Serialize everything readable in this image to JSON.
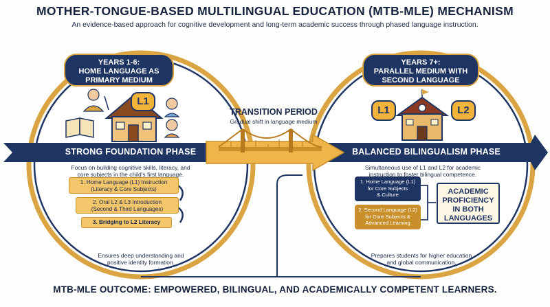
{
  "title": "MOTHER-TONGUE-BASED MULTILINGUAL EDUCATION (MTB-MLE) MECHANISM",
  "subtitle": "An evidence-based approach for cognitive development and long-term academic success through phased language instruction.",
  "left": {
    "pill_line1": "YEARS 1-6:",
    "pill_line2": "HOME LANGUAGE AS",
    "pill_line3": "PRIMARY MEDIUM",
    "bubble": "L1",
    "banner": "STRONG FOUNDATION PHASE",
    "desc_line1": "Focus on building cognitive skills, literacy, and",
    "desc_line2": "core subjects in the child's first language.",
    "steps": [
      {
        "line1": "1. Home Language (L1) Instruction",
        "line2": "(Literacy & Core Subjects)"
      },
      {
        "line1": "2. Oral L2 & L3 Introduction",
        "line2": "(Second & Third Languages)"
      },
      {
        "line1": "3. Bridging to L2 Literacy",
        "line2": ""
      }
    ],
    "note_line1": "Ensures deep understanding and",
    "note_line2": "positive identity formation."
  },
  "transition": {
    "title": "TRANSITION PERIOD",
    "subtitle": "Gradual shift in language medium"
  },
  "right": {
    "pill_line1": "YEARS 7+:",
    "pill_line2": "PARALLEL MEDIUM WITH",
    "pill_line3": "SECOND LANGUAGE",
    "bubble_l1": "L1",
    "bubble_l2": "L2",
    "banner": "BALANCED BILINGUALISM PHASE",
    "desc_line1": "Simultaneous use of L1 and L2 for academic",
    "desc_line2": "instruction to foster bilingual competence.",
    "steps": [
      {
        "line1": "1. Home Language (L1)",
        "line2": "for Core Subjects",
        "line3": "& Culture"
      },
      {
        "line1": "2. Second Language (L2)",
        "line2": "for Core Subjects &",
        "line3": "Advanced Learning"
      }
    ],
    "outcome_line1": "ACADEMIC",
    "outcome_line2": "PROFICIENCY",
    "outcome_line3": "IN BOTH",
    "outcome_line4": "LANGUAGES",
    "note_line1": "Prepares students for higher education",
    "note_line2": "and global communication."
  },
  "footer": "MTB-MLE OUTCOME: EMPOWERED, BILINGUAL, AND ACADEMICALLY COMPETENT LEARNERS.",
  "colors": {
    "navy": "#1e3563",
    "gold": "#d9a441",
    "orange": "#c98f2a",
    "light_gold": "#f3c66b"
  },
  "icons": [
    "school-house-icon",
    "book-icon",
    "teacher-icon",
    "child-icon",
    "girl-icon",
    "bridge-icon",
    "school-building-icon"
  ]
}
